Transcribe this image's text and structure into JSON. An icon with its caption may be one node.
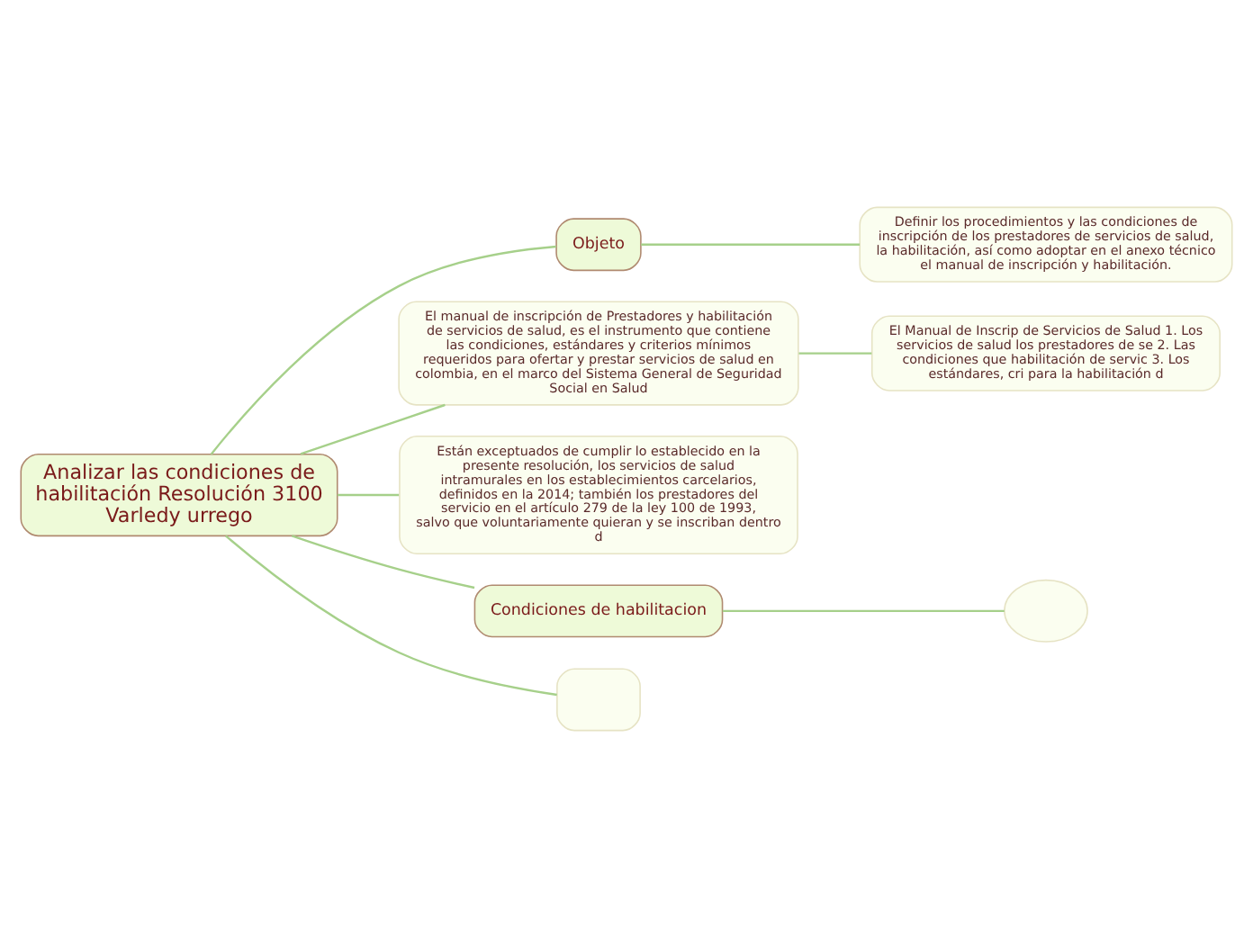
{
  "diagram": {
    "nodes": [
      {
        "text": [
          "Analizar las condiciones de habilitación Resolución 3100",
          "Varledy urrego"
        ]
      },
      {
        "text": [
          "Objeto"
        ]
      },
      {
        "text": [
          "Definir los procedimientos y las condiciones de inscripción de los prestadores de servicios de salud, la habilitación, así como adoptar en el anexo técnico el manual de inscripción y habilitación."
        ]
      },
      {
        "text": [
          "El manual de inscripción de Prestadores y habilitación de servicios de salud, es el instrumento que contiene las condiciones, estándares y criterios mínimos requeridos para ofertar y prestar servicios de salud en colombia, en el marco del Sistema General de Seguridad Social en Salud"
        ]
      },
      {
        "text": [
          "El Manual de Inscrip de Servicios de Salud 1. Los servicios de salud los prestadores de se 2. Las condiciones que habilitación de servic 3. Los estándares, cri para la habilitación d"
        ]
      },
      {
        "text": [
          "Están exceptuados de cumplir lo establecido en la presente resolución, los servicios de salud intramurales en los establecimientos carcelarios, definidos en la 2014; también los prestadores del servicio en el artículo 279 de la ley 100 de 1993, salvo que voluntariamente quieran y se inscriban dentro d"
        ]
      },
      {
        "text": [
          "Condiciones de habilitacion"
        ]
      },
      {
        "text": [],
        "shape": "circle"
      },
      {
        "text": [],
        "shape": "box"
      }
    ],
    "edges": [
      {
        "from": 0,
        "to": 1,
        "arrow": "none"
      },
      {
        "from": 1,
        "to": 2,
        "arrow": "none"
      },
      {
        "from": 0,
        "to": 3,
        "arrow": "none"
      },
      {
        "from": 3,
        "to": 4,
        "arrow": "none"
      },
      {
        "from": 0,
        "to": 5,
        "arrow": "none"
      },
      {
        "from": 0,
        "to": 6,
        "arrow": "none"
      },
      {
        "from": 6,
        "to": 7,
        "arrow": "none"
      },
      {
        "from": 0,
        "to": 8,
        "arrow": "none"
      }
    ]
  }
}
